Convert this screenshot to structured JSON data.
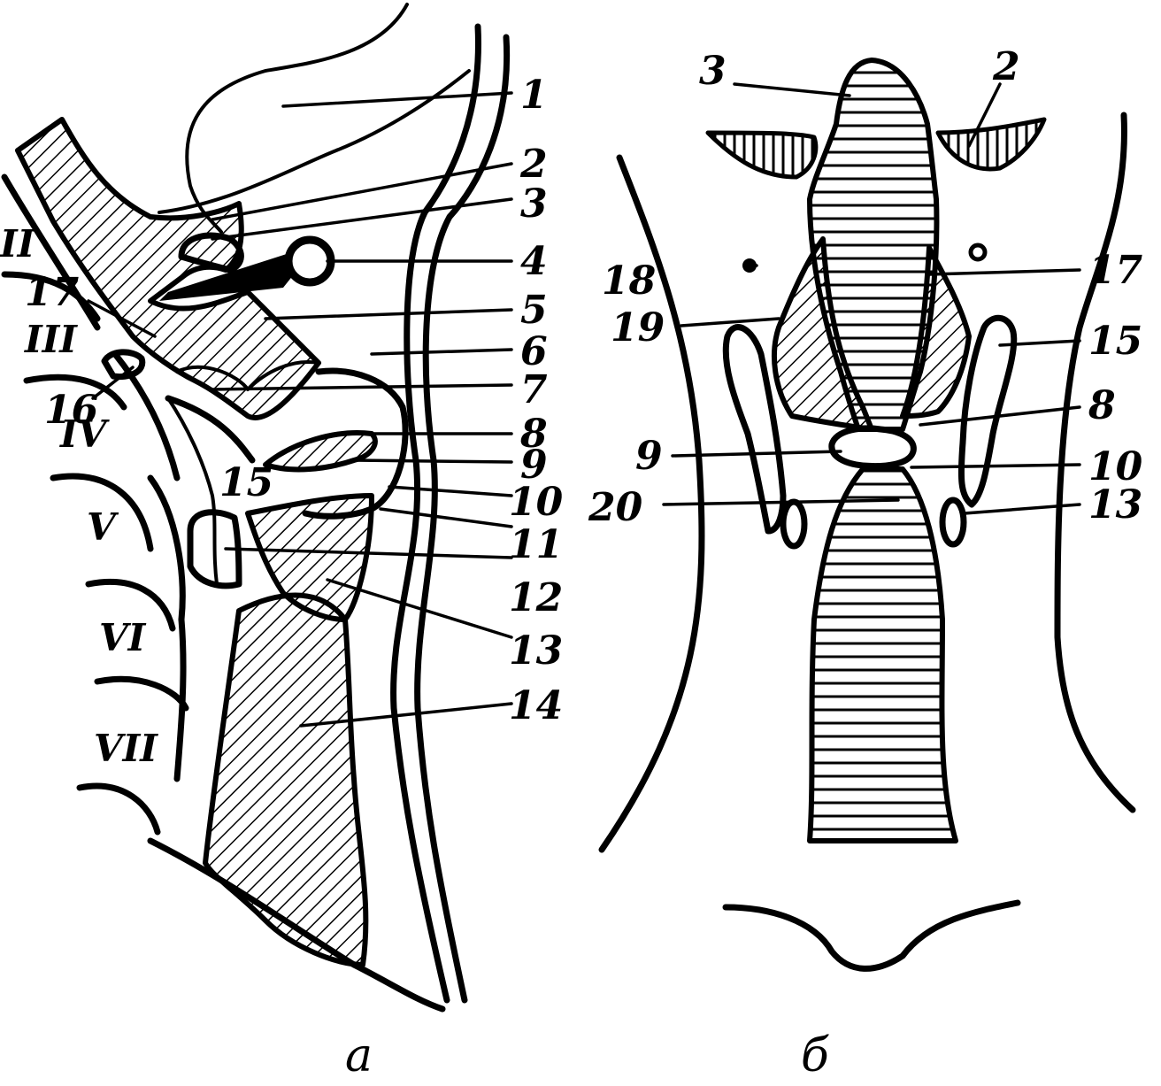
{
  "panel_a": {
    "caption": "а",
    "labels": [
      "1",
      "2",
      "3",
      "4",
      "5",
      "6",
      "7",
      "8",
      "9",
      "10",
      "11",
      "12",
      "13",
      "14",
      "15",
      "16",
      "17"
    ],
    "vertebrae": [
      "II",
      "III",
      "IV",
      "V",
      "VI",
      "VII"
    ]
  },
  "panel_b": {
    "caption": "б",
    "labels": [
      "3",
      "2",
      "18",
      "17",
      "19",
      "15",
      "8",
      "9",
      "10",
      "20",
      "13"
    ]
  }
}
